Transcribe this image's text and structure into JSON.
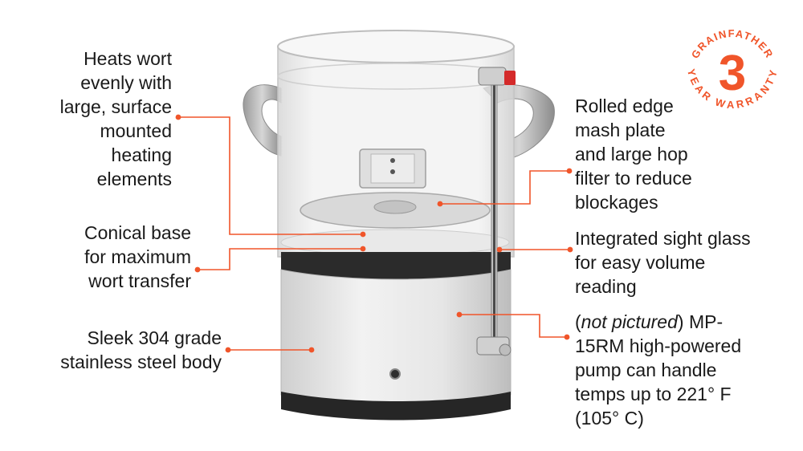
{
  "callouts": {
    "heating": [
      "Heats wort",
      "evenly with",
      "large, surface",
      "mounted",
      "heating",
      "elements"
    ],
    "conical": [
      "Conical base",
      "for maximum",
      "wort transfer"
    ],
    "body": [
      "Sleek 304 grade",
      "stainless steel body"
    ],
    "mash_plate": [
      "Rolled edge",
      "mash plate",
      "and large hop",
      "filter to reduce",
      "blockages"
    ],
    "sight_glass": [
      "Integrated sight glass",
      "for easy volume",
      "reading"
    ],
    "pump": {
      "italic": "not pictured",
      "lines": [
        "MP-",
        "15RM high-powered",
        "pump can handle",
        "temps up to 221° F",
        "(105° C)"
      ]
    }
  },
  "badge": {
    "brand": "GRAINFATHER",
    "years": "3",
    "caption": "YEAR WARRANTY"
  },
  "colors": {
    "accent": "#f0552a",
    "text": "#1a1a1a",
    "steel": "#e4e4e4",
    "band": "#2b2b2b"
  }
}
